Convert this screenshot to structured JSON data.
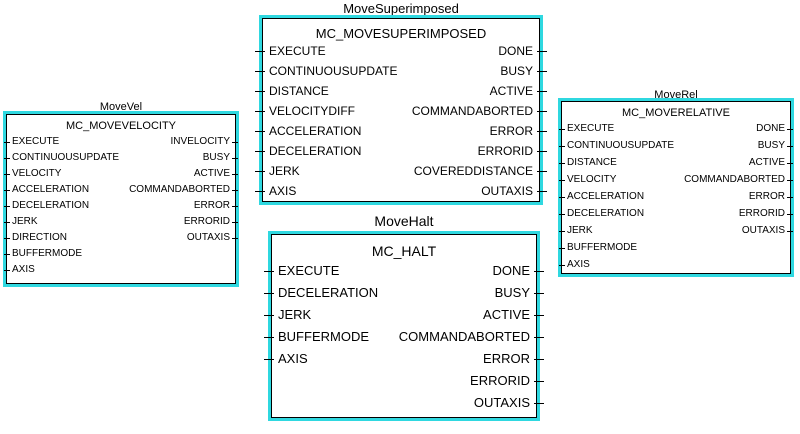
{
  "blocks": {
    "move_superimposed": {
      "instance": "MoveSuperimposed",
      "type": "MC_MOVESUPERIMPOSED",
      "inputs": [
        "EXECUTE",
        "CONTINUOUSUPDATE",
        "DISTANCE",
        "VELOCITYDIFF",
        "ACCELERATION",
        "DECELERATION",
        "JERK",
        "AXIS"
      ],
      "outputs": [
        "DONE",
        "BUSY",
        "ACTIVE",
        "COMMANDABORTED",
        "ERROR",
        "ERRORID",
        "COVEREDDISTANCE",
        "OUTAXIS"
      ]
    },
    "move_vel": {
      "instance": "MoveVel",
      "type": "MC_MOVEVELOCITY",
      "inputs": [
        "EXECUTE",
        "CONTINUOUSUPDATE",
        "VELOCITY",
        "ACCELERATION",
        "DECELERATION",
        "JERK",
        "DIRECTION",
        "BUFFERMODE",
        "AXIS"
      ],
      "outputs": [
        "INVELOCITY",
        "BUSY",
        "ACTIVE",
        "COMMANDABORTED",
        "ERROR",
        "ERRORID",
        "OUTAXIS"
      ]
    },
    "move_rel": {
      "instance": "MoveRel",
      "type": "MC_MOVERELATIVE",
      "inputs": [
        "EXECUTE",
        "CONTINUOUSUPDATE",
        "DISTANCE",
        "VELOCITY",
        "ACCELERATION",
        "DECELERATION",
        "JERK",
        "BUFFERMODE",
        "AXIS"
      ],
      "outputs": [
        "DONE",
        "BUSY",
        "ACTIVE",
        "COMMANDABORTED",
        "ERROR",
        "ERRORID",
        "OUTAXIS"
      ]
    },
    "move_halt": {
      "instance": "MoveHalt",
      "type": "MC_HALT",
      "inputs": [
        "EXECUTE",
        "DECELERATION",
        "JERK",
        "BUFFERMODE",
        "AXIS"
      ],
      "outputs": [
        "DONE",
        "BUSY",
        "ACTIVE",
        "COMMANDABORTED",
        "ERROR",
        "ERRORID",
        "OUTAXIS"
      ]
    }
  },
  "colors": {
    "highlight": "#2fd8e0",
    "line": "#000000",
    "background": "#ffffff"
  }
}
